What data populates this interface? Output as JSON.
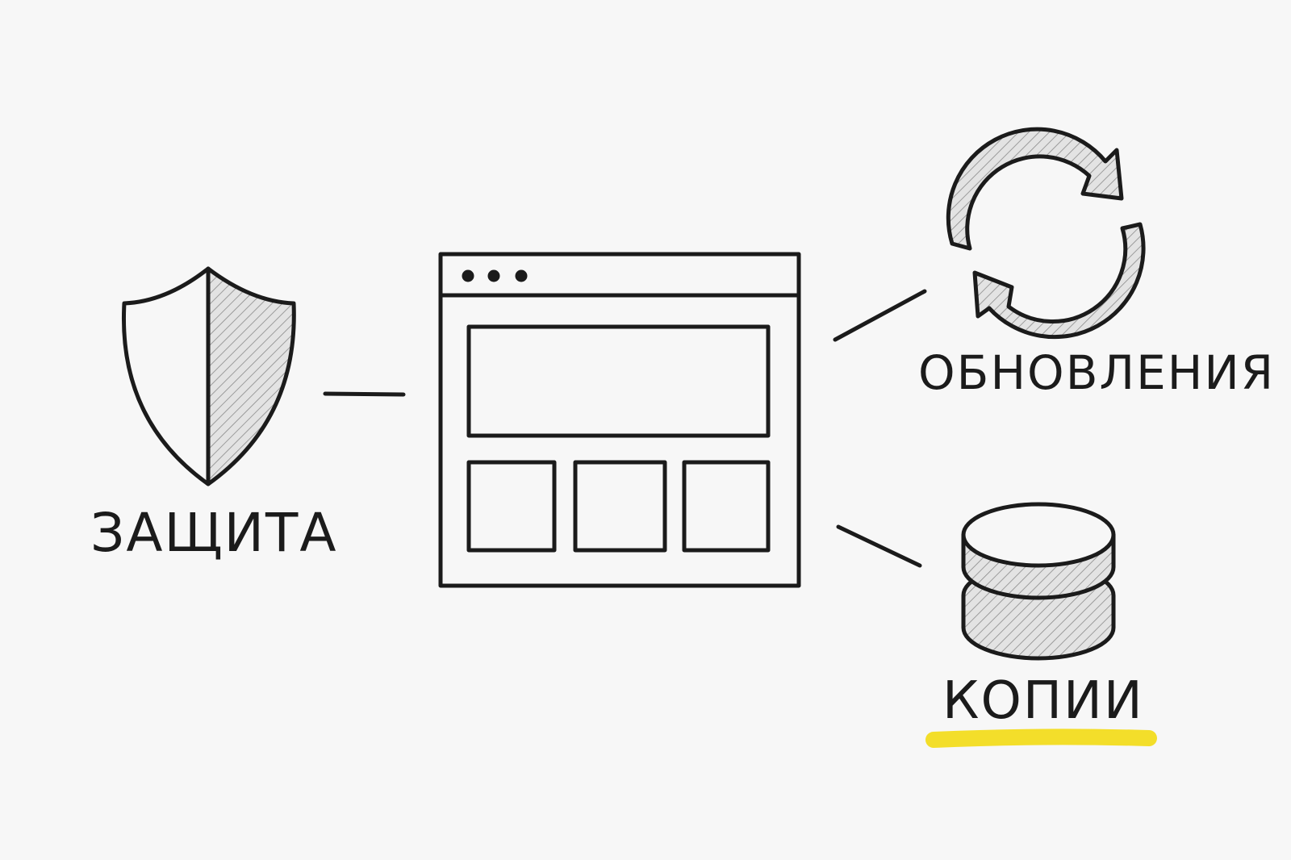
{
  "diagram": {
    "center": {
      "icon": "browser-window-icon"
    },
    "nodes": [
      {
        "id": "protection",
        "label": "ЗАЩИТА",
        "icon": "shield-icon"
      },
      {
        "id": "updates",
        "label": "ОБНОВЛЕНИЯ",
        "icon": "refresh-icon"
      },
      {
        "id": "backups",
        "label": "КОПИИ",
        "icon": "database-icon",
        "highlighted": true
      }
    ]
  },
  "colors": {
    "background": "#f7f7f7",
    "ink": "#1b1b1b",
    "hatch": "#8a8a8a",
    "highlight": "#f2dc1f"
  }
}
